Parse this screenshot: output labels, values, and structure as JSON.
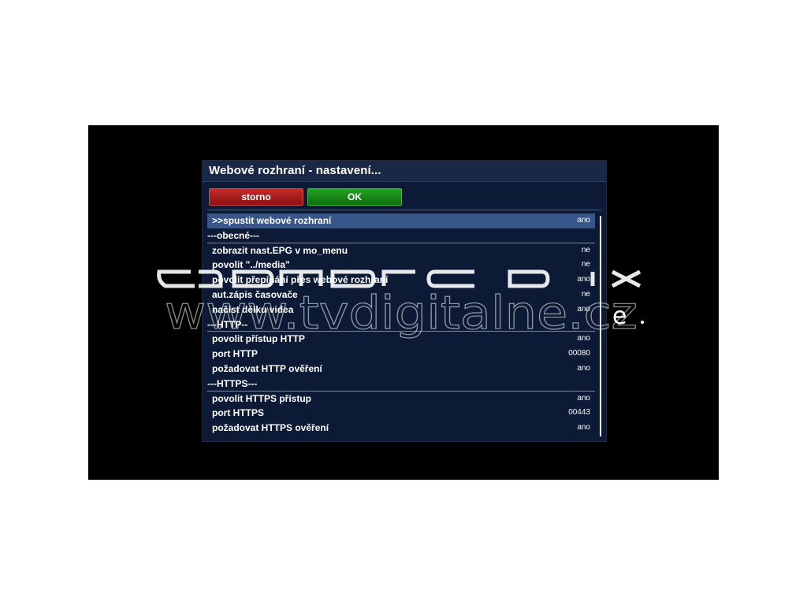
{
  "dialog": {
    "title": "Webové rozhraní - nastavení..."
  },
  "buttons": {
    "cancel_label": "storno",
    "ok_label": "OK"
  },
  "settings": [
    {
      "type": "item",
      "label": ">>spustit webové rozhraní",
      "value": "ano",
      "selected": true
    },
    {
      "type": "section",
      "label": "---obecné---"
    },
    {
      "type": "item",
      "label": "zobrazit nast.EPG v mo_menu",
      "value": "ne"
    },
    {
      "type": "item",
      "label": "povolit \"../media\"",
      "value": "ne"
    },
    {
      "type": "item",
      "label": "povolit přepínání přes webové rozhraní",
      "value": "ano"
    },
    {
      "type": "item",
      "label": "aut.zápis časovače",
      "value": "ne"
    },
    {
      "type": "item",
      "label": "načíst délku videa",
      "value": "ano"
    },
    {
      "type": "section",
      "label": "---HTTP--"
    },
    {
      "type": "item",
      "label": "povolit přístup HTTP",
      "value": "ano"
    },
    {
      "type": "item",
      "label": "port HTTP",
      "value": "00080"
    },
    {
      "type": "item",
      "label": "požadovat HTTP ověření",
      "value": "ano"
    },
    {
      "type": "section",
      "label": "---HTTPS---"
    },
    {
      "type": "item",
      "label": "povolit HTTPS přístup",
      "value": "ano"
    },
    {
      "type": "item",
      "label": "port HTTPS",
      "value": "00443"
    },
    {
      "type": "item",
      "label": "požadovat HTTPS ověření",
      "value": "ano"
    }
  ],
  "watermark": {
    "url_text": "www.tvdigitalne.cz"
  },
  "colors": {
    "selected_row": "#38568a",
    "panel_bg": "#0c1a36",
    "storno": "#b01e1e",
    "ok": "#1a8f1a"
  }
}
